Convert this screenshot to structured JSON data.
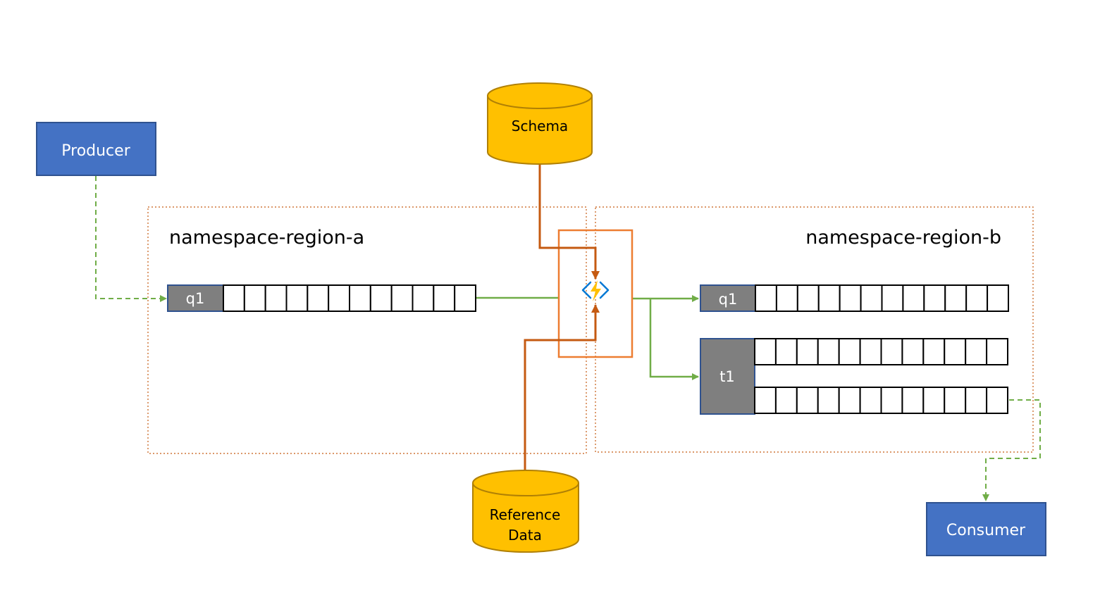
{
  "nodes": {
    "producer": "Producer",
    "consumer": "Consumer",
    "schema": "Schema",
    "reference_data": [
      "Reference",
      "Data"
    ]
  },
  "regions": {
    "a": "namespace-region-a",
    "b": "namespace-region-b"
  },
  "queues": {
    "region_a_q1": {
      "label": "q1",
      "slots": 12
    },
    "region_b_q1": {
      "label": "q1",
      "slots": 12
    },
    "region_b_t1": {
      "label": "t1",
      "subscriptions": 2,
      "slots": 12
    }
  },
  "function": {
    "icon": "azure-function-icon"
  },
  "colors": {
    "node_blue": "#4472c4",
    "node_blue_border": "#2f528f",
    "cylinder_fill": "#ffc000",
    "cylinder_stroke": "#b08005",
    "region_border": "#c55a11",
    "queue_head": "#7f7f7f",
    "queue_head_border": "#2f528f",
    "flow_green": "#70ad47",
    "data_orange": "#c55a11",
    "function_border": "#ed7d31",
    "lightning": "#ffc000",
    "bracket_blue": "#0078d4"
  }
}
